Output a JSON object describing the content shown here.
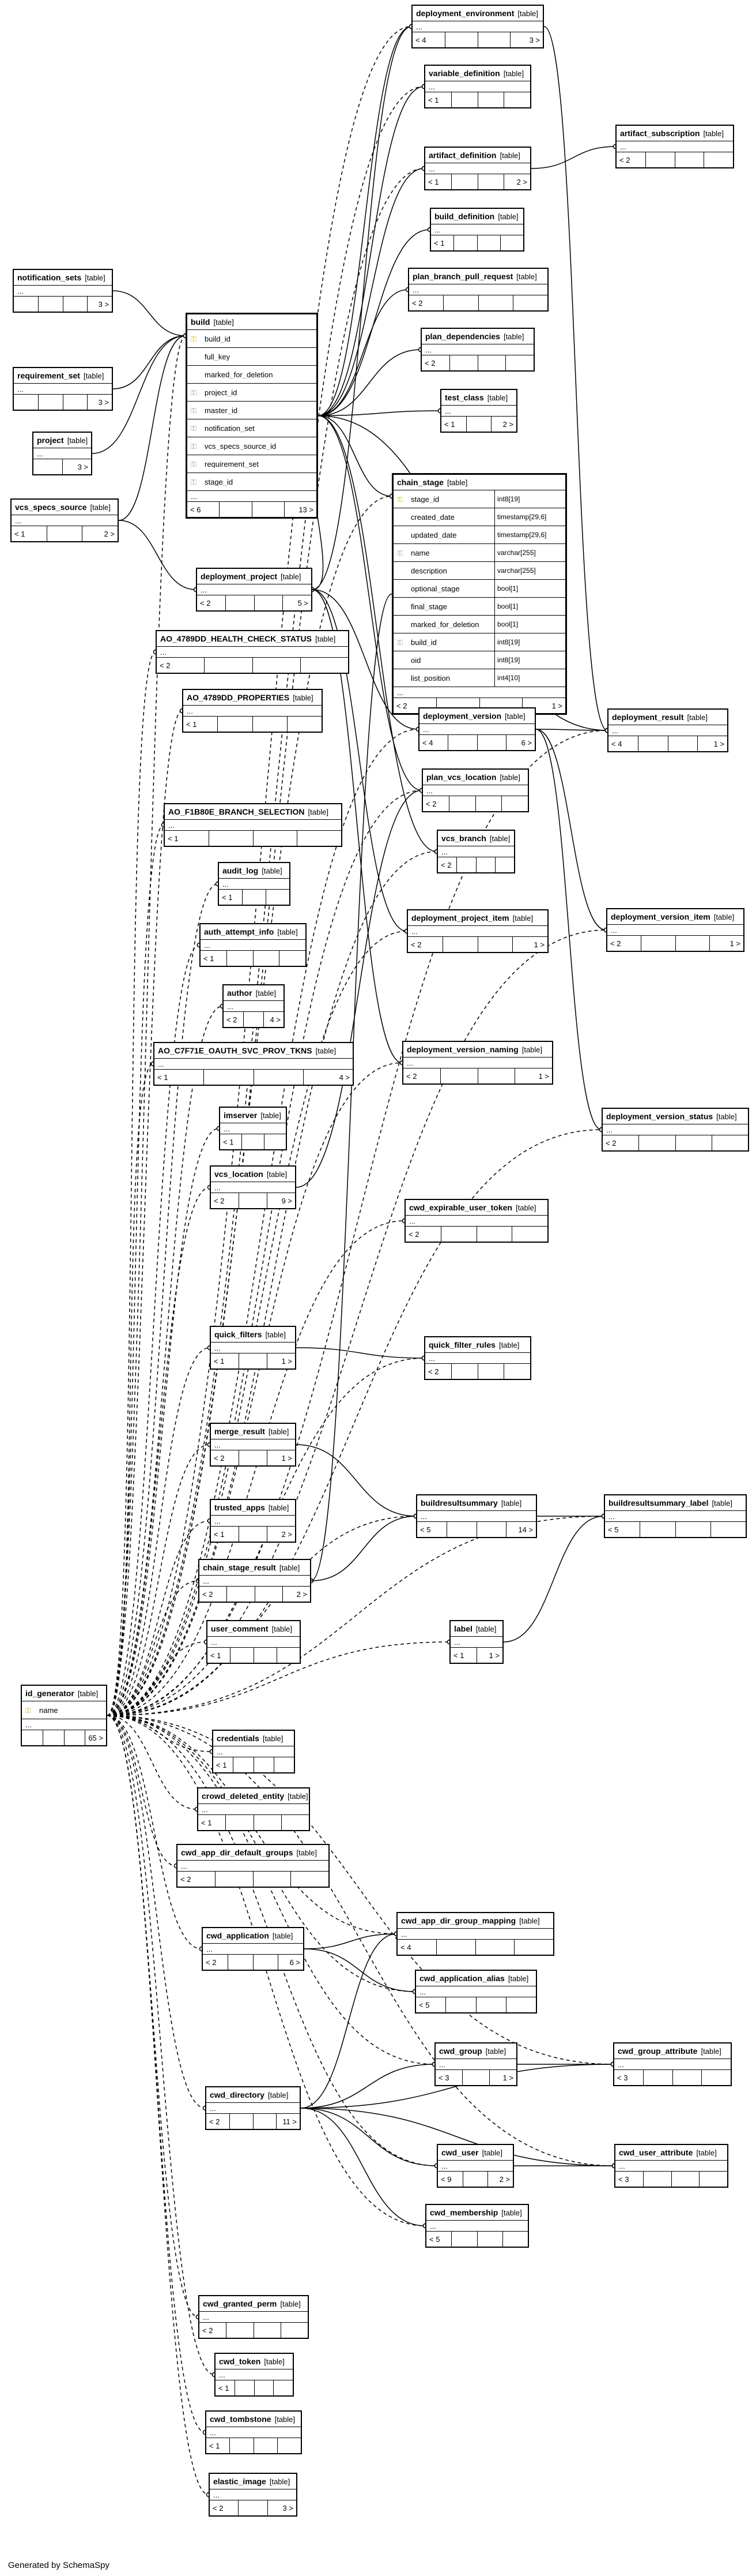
{
  "generated_by": "Generated by SchemaSpy",
  "table_tag": "table",
  "ellipsis": "...",
  "tables": [
    {
      "id": "deployment_environment",
      "name": "deployment_environment",
      "foot": [
        "< 4",
        "",
        "",
        "3 >"
      ]
    },
    {
      "id": "variable_definition",
      "name": "variable_definition",
      "foot": [
        "< 1",
        "",
        "",
        ""
      ]
    },
    {
      "id": "artifact_subscription",
      "name": "artifact_subscription",
      "foot": [
        "< 2",
        "",
        "",
        ""
      ]
    },
    {
      "id": "artifact_definition",
      "name": "artifact_definition",
      "foot": [
        "< 1",
        "",
        "",
        "2 >"
      ]
    },
    {
      "id": "build_definition",
      "name": "build_definition",
      "foot": [
        "< 1",
        "",
        "",
        ""
      ]
    },
    {
      "id": "notification_sets",
      "name": "notification_sets",
      "foot": [
        "",
        "",
        "",
        "3 >"
      ]
    },
    {
      "id": "plan_branch_pull_request",
      "name": "plan_branch_pull_request",
      "foot": [
        "< 2",
        "",
        "",
        ""
      ]
    },
    {
      "id": "build",
      "name": "build",
      "big": true,
      "rows": [
        {
          "key": "pk",
          "col": "build_id"
        },
        {
          "key": "",
          "col": "full_key"
        },
        {
          "key": "",
          "col": "marked_for_deletion"
        },
        {
          "key": "fk",
          "col": "project_id"
        },
        {
          "key": "fk",
          "col": "master_id"
        },
        {
          "key": "fk",
          "col": "notification_set"
        },
        {
          "key": "fk",
          "col": "vcs_specs_source_id"
        },
        {
          "key": "fk",
          "col": "requirement_set"
        },
        {
          "key": "fk",
          "col": "stage_id"
        }
      ],
      "foot": [
        "< 6",
        "",
        "",
        "13 >"
      ]
    },
    {
      "id": "plan_dependencies",
      "name": "plan_dependencies",
      "foot": [
        "< 2",
        "",
        "",
        ""
      ]
    },
    {
      "id": "requirement_set",
      "name": "requirement_set",
      "foot": [
        "",
        "",
        "",
        "3 >"
      ]
    },
    {
      "id": "test_class",
      "name": "test_class",
      "foot": [
        "< 1",
        "",
        "2 >"
      ]
    },
    {
      "id": "project",
      "name": "project",
      "foot": [
        "",
        "3 >"
      ]
    },
    {
      "id": "chain_stage",
      "name": "chain_stage",
      "big": true,
      "rows": [
        {
          "key": "pk",
          "col": "stage_id",
          "typ": "int8[19]"
        },
        {
          "key": "",
          "col": "created_date",
          "typ": "timestamp[29,6]"
        },
        {
          "key": "",
          "col": "updated_date",
          "typ": "timestamp[29,6]"
        },
        {
          "key": "fk",
          "col": "name",
          "typ": "varchar[255]"
        },
        {
          "key": "",
          "col": "description",
          "typ": "varchar[255]"
        },
        {
          "key": "",
          "col": "optional_stage",
          "typ": "bool[1]"
        },
        {
          "key": "",
          "col": "final_stage",
          "typ": "bool[1]"
        },
        {
          "key": "",
          "col": "marked_for_deletion",
          "typ": "bool[1]"
        },
        {
          "key": "fk",
          "col": "build_id",
          "typ": "int8[19]"
        },
        {
          "key": "",
          "col": "oid",
          "typ": "int8[19]"
        },
        {
          "key": "",
          "col": "list_position",
          "typ": "int4[10]"
        }
      ],
      "foot": [
        "< 2",
        "",
        "",
        "1 >"
      ]
    },
    {
      "id": "vcs_specs_source",
      "name": "vcs_specs_source",
      "foot": [
        "< 1",
        "",
        "2 >"
      ]
    },
    {
      "id": "deployment_project",
      "name": "deployment_project",
      "foot": [
        "< 2",
        "",
        "",
        "5 >"
      ]
    },
    {
      "id": "ao_health",
      "name": "AO_4789DD_HEALTH_CHECK_STATUS",
      "foot": [
        "< 2",
        "",
        "",
        ""
      ]
    },
    {
      "id": "ao_props",
      "name": "AO_4789DD_PROPERTIES",
      "foot": [
        "< 1",
        "",
        "",
        ""
      ]
    },
    {
      "id": "deployment_version",
      "name": "deployment_version",
      "foot": [
        "< 4",
        "",
        "",
        "6 >"
      ]
    },
    {
      "id": "deployment_result",
      "name": "deployment_result",
      "foot": [
        "< 4",
        "",
        "",
        "1 >"
      ]
    },
    {
      "id": "plan_vcs_location",
      "name": "plan_vcs_location",
      "foot": [
        "< 2",
        "",
        "",
        ""
      ]
    },
    {
      "id": "ao_branch",
      "name": "AO_F1B80E_BRANCH_SELECTION",
      "foot": [
        "< 1",
        "",
        "",
        ""
      ]
    },
    {
      "id": "vcs_branch",
      "name": "vcs_branch",
      "foot": [
        "< 2",
        "",
        "",
        ""
      ]
    },
    {
      "id": "audit_log",
      "name": "audit_log",
      "foot": [
        "< 1",
        "",
        ""
      ]
    },
    {
      "id": "deployment_project_item",
      "name": "deployment_project_item",
      "foot": [
        "< 2",
        "",
        "",
        "1 >"
      ]
    },
    {
      "id": "deployment_version_item",
      "name": "deployment_version_item",
      "foot": [
        "< 2",
        "",
        "",
        "1 >"
      ]
    },
    {
      "id": "auth_attempt_info",
      "name": "auth_attempt_info",
      "foot": [
        "< 1",
        "",
        "",
        ""
      ]
    },
    {
      "id": "author",
      "name": "author",
      "foot": [
        "< 2",
        "",
        "4 >"
      ]
    },
    {
      "id": "ao_oauth",
      "name": "AO_C7F71E_OAUTH_SVC_PROV_TKNS",
      "foot": [
        "< 1",
        "",
        "",
        "4 >"
      ]
    },
    {
      "id": "deployment_version_naming",
      "name": "deployment_version_naming",
      "foot": [
        "< 2",
        "",
        "",
        "1 >"
      ]
    },
    {
      "id": "imserver",
      "name": "imserver",
      "foot": [
        "< 1",
        "",
        ""
      ]
    },
    {
      "id": "deployment_version_status",
      "name": "deployment_version_status",
      "foot": [
        "< 2",
        "",
        "",
        ""
      ]
    },
    {
      "id": "vcs_location",
      "name": "vcs_location",
      "foot": [
        "< 2",
        "",
        "9 >"
      ]
    },
    {
      "id": "cwd_expirable_user_token",
      "name": "cwd_expirable_user_token",
      "foot": [
        "< 2",
        "",
        "",
        ""
      ]
    },
    {
      "id": "quick_filters",
      "name": "quick_filters",
      "foot": [
        "< 1",
        "",
        "1 >"
      ]
    },
    {
      "id": "quick_filter_rules",
      "name": "quick_filter_rules",
      "foot": [
        "< 2",
        "",
        "",
        ""
      ]
    },
    {
      "id": "merge_result",
      "name": "merge_result",
      "foot": [
        "< 2",
        "",
        "1 >"
      ]
    },
    {
      "id": "trusted_apps",
      "name": "trusted_apps",
      "foot": [
        "< 1",
        "",
        "2 >"
      ]
    },
    {
      "id": "buildresultsummary",
      "name": "buildresultsummary",
      "foot": [
        "< 5",
        "",
        "",
        "14 >"
      ]
    },
    {
      "id": "buildresultsummary_label",
      "name": "buildresultsummary_label",
      "foot": [
        "< 5",
        "",
        "",
        ""
      ]
    },
    {
      "id": "chain_stage_result",
      "name": "chain_stage_result",
      "foot": [
        "< 2",
        "",
        "",
        "2 >"
      ]
    },
    {
      "id": "label",
      "name": "label",
      "foot": [
        "< 1",
        "1 >"
      ]
    },
    {
      "id": "user_comment",
      "name": "user_comment",
      "foot": [
        "< 1",
        "",
        "",
        ""
      ]
    },
    {
      "id": "id_generator",
      "name": "id_generator",
      "rows": [
        {
          "key": "pk",
          "col": "name"
        }
      ],
      "foot": [
        "",
        "",
        "",
        "65 >"
      ]
    },
    {
      "id": "credentials",
      "name": "credentials",
      "foot": [
        "< 1",
        "",
        "",
        ""
      ]
    },
    {
      "id": "crowd_deleted_entity",
      "name": "crowd_deleted_entity",
      "foot": [
        "< 1",
        "",
        "",
        ""
      ]
    },
    {
      "id": "cwd_app_dir_default_groups",
      "name": "cwd_app_dir_default_groups",
      "foot": [
        "< 2",
        "",
        "",
        ""
      ]
    },
    {
      "id": "cwd_app_dir_group_mapping",
      "name": "cwd_app_dir_group_mapping",
      "foot": [
        "< 4",
        "",
        "",
        ""
      ]
    },
    {
      "id": "cwd_application",
      "name": "cwd_application",
      "foot": [
        "< 2",
        "",
        "",
        "6 >"
      ]
    },
    {
      "id": "cwd_application_alias",
      "name": "cwd_application_alias",
      "foot": [
        "< 5",
        "",
        "",
        ""
      ]
    },
    {
      "id": "cwd_group",
      "name": "cwd_group",
      "foot": [
        "< 3",
        "",
        "1 >"
      ]
    },
    {
      "id": "cwd_group_attribute",
      "name": "cwd_group_attribute",
      "foot": [
        "< 3",
        "",
        "",
        ""
      ]
    },
    {
      "id": "cwd_directory",
      "name": "cwd_directory",
      "foot": [
        "< 2",
        "",
        "",
        "11 >"
      ]
    },
    {
      "id": "cwd_user",
      "name": "cwd_user",
      "foot": [
        "< 9",
        "",
        "2 >"
      ]
    },
    {
      "id": "cwd_user_attribute",
      "name": "cwd_user_attribute",
      "foot": [
        "< 3",
        "",
        "",
        ""
      ]
    },
    {
      "id": "cwd_membership",
      "name": "cwd_membership",
      "foot": [
        "< 5",
        "",
        "",
        ""
      ]
    },
    {
      "id": "cwd_granted_perm",
      "name": "cwd_granted_perm",
      "foot": [
        "< 2",
        "",
        "",
        ""
      ]
    },
    {
      "id": "cwd_token",
      "name": "cwd_token",
      "foot": [
        "< 1",
        "",
        "",
        ""
      ]
    },
    {
      "id": "cwd_tombstone",
      "name": "cwd_tombstone",
      "foot": [
        "< 1",
        "",
        "",
        ""
      ]
    },
    {
      "id": "elastic_image",
      "name": "elastic_image",
      "foot": [
        "< 2",
        "",
        "3 >"
      ]
    }
  ]
}
